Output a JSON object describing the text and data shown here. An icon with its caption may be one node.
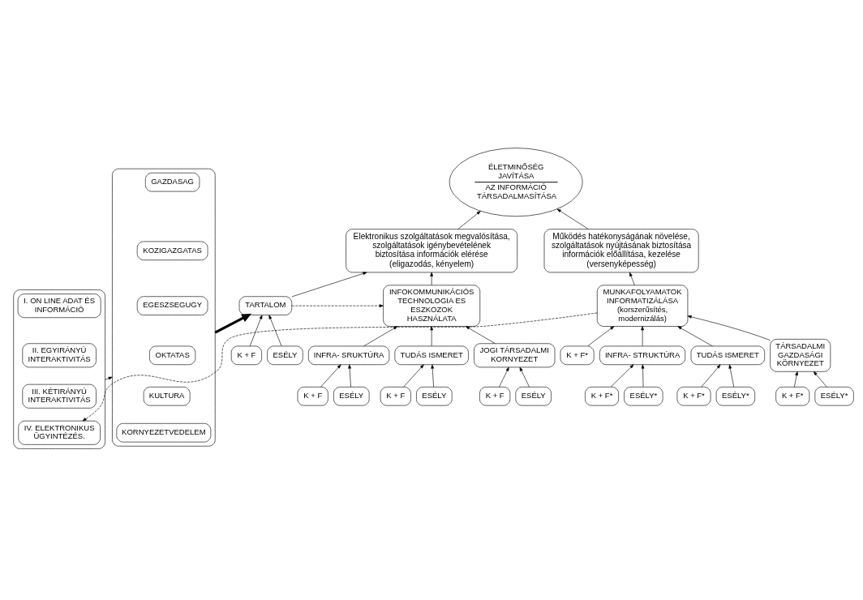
{
  "diagram": {
    "nodes": [
      {
        "text": [
          "ÉLETMINŐSÉG JAVÍTÁSA",
          "AZ INFORMÁCIÓ TÁRSADALMASÍTÁSA"
        ]
      },
      {
        "text": [
          "Működés hatékonyságának növelése, szolgáltatások nyújtásának biztosítása információk előállítása, kezelése",
          "(versenyképesség)"
        ]
      },
      {
        "text": [
          "Elektronikus szolgáltatások megvalósítása, szolgáltatások igénybevételének biztosítása információk elérése",
          "(eligazodás, kényelem)"
        ]
      },
      {
        "text": [
          "MUNKAFOLYAMATOK INFORMATIZÁLÁSA",
          "(korszerűsítés, modernizálás)"
        ]
      },
      {
        "text": [
          "K + F*"
        ]
      },
      {
        "text": [
          "INFRA- STRUKTÚRA"
        ]
      },
      {
        "text": [
          "TUDÁS ISMERET"
        ]
      },
      {
        "text": [
          "TÁRSADALMI GAZDASÁGI KÖRNYEZET"
        ]
      },
      {
        "text": [
          "K + F*"
        ]
      },
      {
        "text": [
          "ESÉLY*"
        ]
      },
      {
        "text": [
          "K + F*"
        ]
      },
      {
        "text": [
          "ESÉLY*"
        ]
      },
      {
        "text": [
          "K + F*"
        ]
      },
      {
        "text": [
          "ESÉLY*"
        ]
      },
      {
        "text": [
          "INFOKOMMUNIKÁCIÓS TECHNOLOGIA ES ESZKOZOK HASZNÁLATA"
        ]
      },
      {
        "text": [
          "TARTALOM"
        ]
      },
      {
        "text": [
          "INFRA- SRUKTÚRA"
        ]
      },
      {
        "text": [
          "TUDÁS ISMERET"
        ]
      },
      {
        "text": [
          "JOGI TÁRSADALMI KORNYEZET"
        ]
      },
      {
        "text": [
          "K + F"
        ]
      },
      {
        "text": [
          "ESÉLY"
        ]
      },
      {
        "text": [
          "K + F"
        ]
      },
      {
        "text": [
          "ESÉLY"
        ]
      },
      {
        "text": [
          "K + F"
        ]
      },
      {
        "text": [
          "ESÉLY"
        ]
      },
      {
        "text": [
          "K + F"
        ]
      },
      {
        "text": [
          "ESÉLY"
        ]
      },
      {
        "text": [],
        "shape": "box"
      },
      {
        "text": [
          "I. ON LINE ADAT ÉS INFORMÁCIÓ"
        ],
        "in": 27
      },
      {
        "text": [
          "II. EGYIRÁNYÚ INTERAKTIVITÁS"
        ],
        "in": 27
      },
      {
        "text": [
          "III. KÉTIRÁNYÚ INTERAKTIVITÁS"
        ],
        "in": 27
      },
      {
        "text": [
          "IV. ELEKTRONIKUS ÜGYINTÉZÉS."
        ],
        "in": 27
      },
      {
        "text": [],
        "shape": "box"
      },
      {
        "text": [
          "GAZDASAG"
        ],
        "in": 32
      },
      {
        "text": [
          "KOZIGAZGATAS"
        ],
        "in": 32
      },
      {
        "text": [
          "EGESZSEGUGY"
        ],
        "in": 32
      },
      {
        "text": [
          "OKTATAS"
        ],
        "in": 32
      },
      {
        "text": [
          "KULTURA"
        ],
        "in": 32
      },
      {
        "text": [
          "KORNYEZETVEDELEM"
        ],
        "in": 32
      }
    ],
    "edges": [
      {
        "from": 1,
        "to": 0,
        "arrow": "to"
      },
      {
        "from": 2,
        "to": 0,
        "arrow": "to"
      },
      {
        "from": 3,
        "to": 1,
        "arrow": "to"
      },
      {
        "from": 14,
        "to": 2,
        "arrow": "to"
      },
      {
        "from": 15,
        "to": 2,
        "arrow": "to"
      },
      {
        "from": 4,
        "to": 3,
        "arrow": "to"
      },
      {
        "from": 5,
        "to": 3,
        "arrow": "to"
      },
      {
        "from": 6,
        "to": 3,
        "arrow": "to"
      },
      {
        "from": 7,
        "to": 3,
        "arrow": "to"
      },
      {
        "from": 8,
        "to": 5,
        "arrow": "to"
      },
      {
        "from": 9,
        "to": 5,
        "arrow": "to"
      },
      {
        "from": 10,
        "to": 6,
        "arrow": "to"
      },
      {
        "from": 11,
        "to": 6,
        "arrow": "to"
      },
      {
        "from": 12,
        "to": 7,
        "arrow": "to"
      },
      {
        "from": 13,
        "to": 7,
        "arrow": "to"
      },
      {
        "from": 16,
        "to": 14,
        "arrow": "to"
      },
      {
        "from": 17,
        "to": 14,
        "arrow": "to"
      },
      {
        "from": 18,
        "to": 14,
        "arrow": "to"
      },
      {
        "from": 19,
        "to": 16,
        "arrow": "to"
      },
      {
        "from": 20,
        "to": 16,
        "arrow": "to"
      },
      {
        "from": 21,
        "to": 17,
        "arrow": "to"
      },
      {
        "from": 22,
        "to": 17,
        "arrow": "to"
      },
      {
        "from": 23,
        "to": 18,
        "arrow": "to"
      },
      {
        "from": 24,
        "to": 18,
        "arrow": "to"
      },
      {
        "from": 25,
        "to": 15,
        "arrow": "to"
      },
      {
        "from": 26,
        "to": 15,
        "arrow": "to"
      },
      {
        "from": 15,
        "to": 14,
        "arrow": "to",
        "style": "dashed"
      },
      {
        "from": 3,
        "to": 31,
        "arrow": "to",
        "style": "dashed"
      },
      {
        "from": 27,
        "to": 32,
        "arrow": "to"
      },
      {
        "from": 32,
        "to": 15,
        "arrow": "to",
        "style": "thick"
      }
    ]
  }
}
